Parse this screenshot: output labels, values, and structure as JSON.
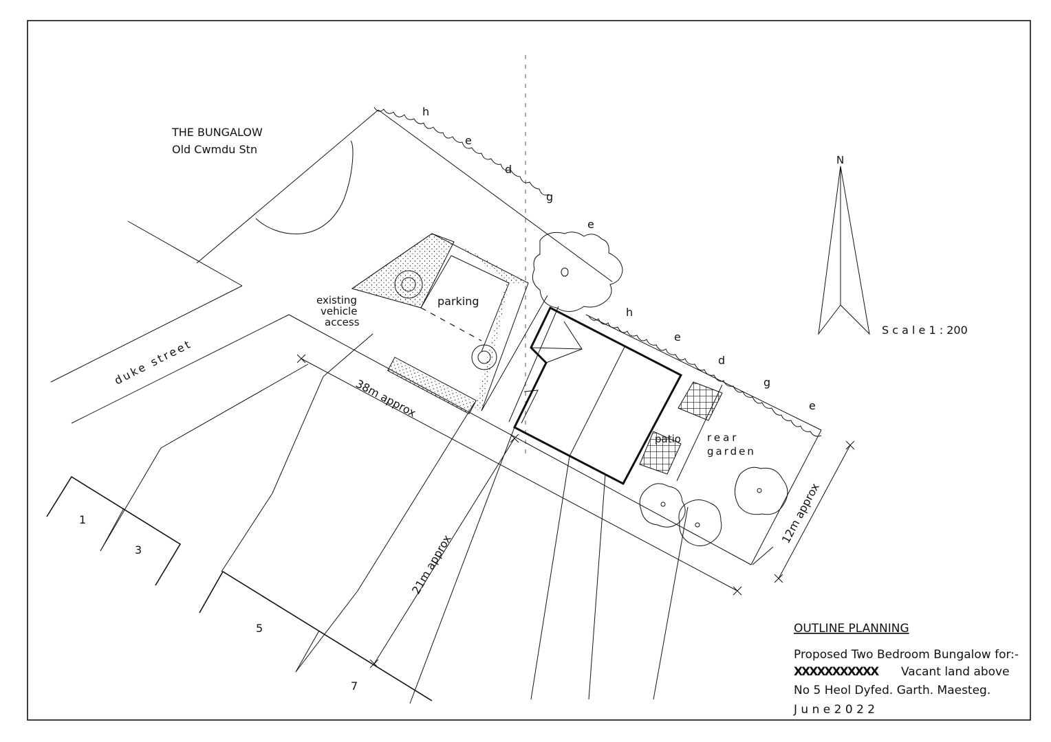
{
  "site": {
    "bungalow_name": "THE BUNGALOW",
    "bungalow_place": "Old Cwmdu Stn"
  },
  "labels": {
    "street": "duke street",
    "access_1": "existing",
    "access_2": "vehicle",
    "access_3": "access",
    "parking": "parking",
    "patio": "patio",
    "rear_1": "rear",
    "rear_2": "garden"
  },
  "hedge": {
    "upper_letters": [
      "h",
      "e",
      "d",
      "g",
      "e"
    ],
    "lower_letters": [
      "h",
      "e",
      "d",
      "g",
      "e"
    ]
  },
  "dimensions": {
    "length": "38m  approx",
    "depth": "21m  approx",
    "width": "12m  approx"
  },
  "plots": {
    "p1": "1",
    "p3": "3",
    "p5": "5",
    "p7": "7"
  },
  "north": {
    "letter": "N",
    "scale": "S c a l e   1 : 200"
  },
  "title_block": {
    "heading": "OUTLINE  PLANNING",
    "line1": "Proposed Two Bedroom Bungalow for:-",
    "line2_redacted": "XXXXXXXXXXX",
    "line2": "Vacant land above",
    "line3": "No 5  Heol Dyfed. Garth. Maesteg.",
    "line4": "J u n e    2 0 2 2"
  },
  "colors": {
    "ink": "#111111",
    "paper": "#ffffff"
  }
}
